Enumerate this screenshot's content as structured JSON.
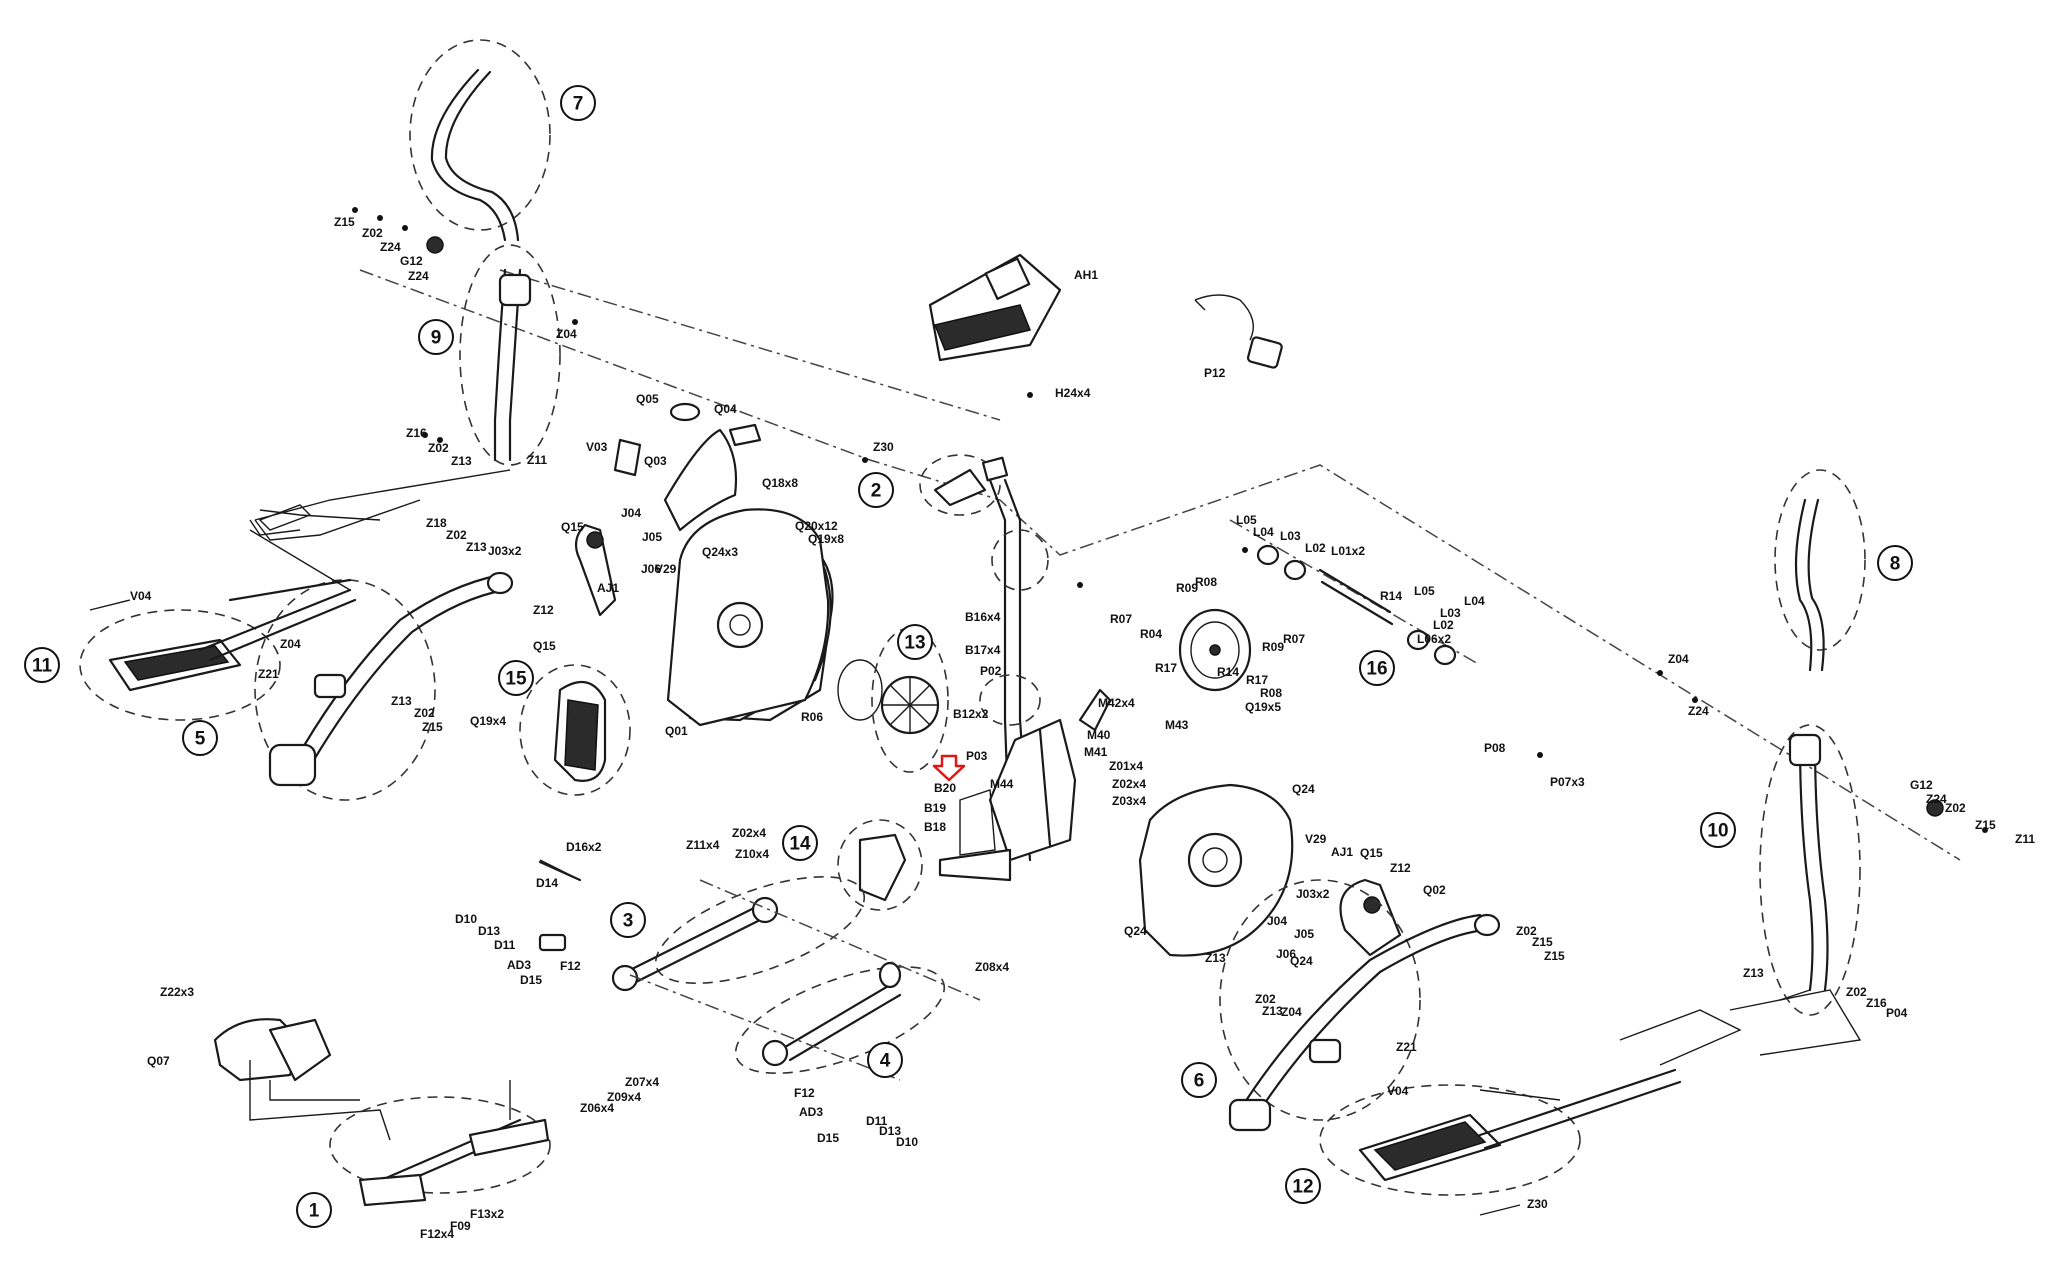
{
  "callouts": [
    {
      "n": "1"
    },
    {
      "n": "2"
    },
    {
      "n": "3"
    },
    {
      "n": "4"
    },
    {
      "n": "5"
    },
    {
      "n": "6"
    },
    {
      "n": "7"
    },
    {
      "n": "8"
    },
    {
      "n": "9"
    },
    {
      "n": "10"
    },
    {
      "n": "11"
    },
    {
      "n": "12"
    },
    {
      "n": "13"
    },
    {
      "n": "14"
    },
    {
      "n": "15"
    },
    {
      "n": "16"
    }
  ],
  "labels": [
    "Z15",
    "Z02",
    "Z24",
    "G12",
    "Z24",
    "Z04",
    "Z16",
    "Z02",
    "Z13",
    "Z11",
    "Z18",
    "Z02",
    "Z13",
    "V04",
    "Z04",
    "Z21",
    "Z13",
    "Z02",
    "Z15",
    "Q05",
    "Q04",
    "V03",
    "Q03",
    "Q15",
    "J04",
    "J03x2",
    "J05",
    "J06",
    "Z12",
    "AJ1",
    "V29",
    "Q24x3",
    "Q19x8",
    "Q18x8",
    "Q20x12",
    "Q15",
    "Q19x4",
    "Q01",
    "R06",
    "AH1",
    "H24x4",
    "P12",
    "Z30",
    "B16x4",
    "B17x4",
    "P02",
    "B12x2",
    "P03",
    "M44",
    "B20",
    "B19",
    "B18",
    "M42x4",
    "M40",
    "M41",
    "M43",
    "Z01x4",
    "Z02x4",
    "Z03x4",
    "D16x2",
    "D14",
    "D10",
    "D13",
    "D11",
    "AD3",
    "F12",
    "D15",
    "Z11x4",
    "Z02x4",
    "Z10x4",
    "Z08x4",
    "F12",
    "AD3",
    "D11",
    "D15",
    "D13",
    "D10",
    "Z22x3",
    "Q07",
    "Z07x4",
    "Z09x4",
    "Z06x4",
    "F13x2",
    "F12x4",
    "F09",
    "L05",
    "L04",
    "L03",
    "L02",
    "L01x2",
    "L05",
    "L04",
    "L03",
    "L02",
    "L06x2",
    "R14",
    "R09",
    "R08",
    "R07",
    "R04",
    "R17",
    "R14",
    "R09",
    "R07",
    "R17",
    "R08",
    "Q19x5",
    "Q24",
    "V29",
    "AJ1",
    "Q15",
    "Z12",
    "Q02",
    "Q24",
    "J04",
    "J03x2",
    "J05",
    "J06",
    "Q24",
    "Z13",
    "Z02",
    "Z15",
    "Z15",
    "Z02",
    "Z13",
    "Z04",
    "Z21",
    "V04",
    "Z30",
    "Z04",
    "Z24",
    "G12",
    "Z24",
    "Z02",
    "Z15",
    "Z11",
    "Z13",
    "Z02",
    "Z16",
    "P04",
    "P08",
    "P07x3"
  ]
}
